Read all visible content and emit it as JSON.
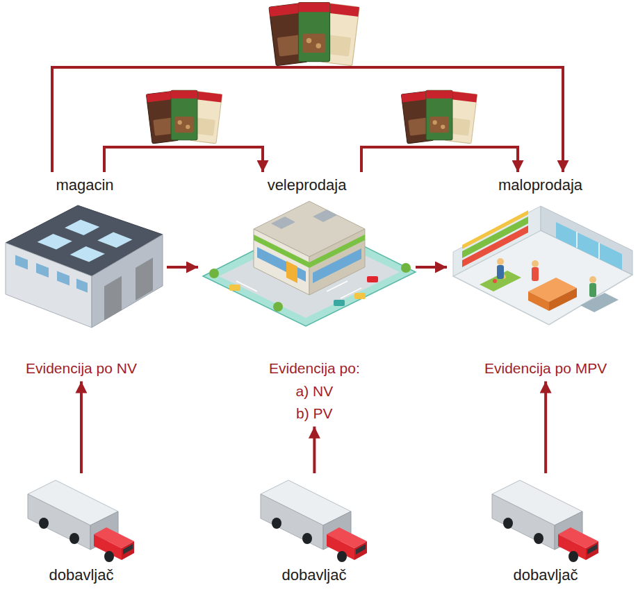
{
  "diagram": {
    "nodes": [
      {
        "text": [
          "magacin"
        ]
      },
      {
        "text": [
          "veleprodaja"
        ]
      },
      {
        "text": [
          "maloprodaja"
        ]
      },
      {
        "text": [
          "Evidencija po NV"
        ]
      },
      {
        "text": [
          "Evidencija po:",
          "a) NV",
          "b) PV"
        ]
      },
      {
        "text": [
          "Evidencija po MPV"
        ]
      },
      {
        "text": [
          "dobavljač"
        ]
      },
      {
        "text": [
          "dobavljač"
        ]
      },
      {
        "text": [
          "dobavljač"
        ]
      }
    ],
    "edges": [
      {
        "from": 0,
        "to": 2,
        "arrow": "to"
      },
      {
        "from": 0,
        "to": 1,
        "arrow": "to"
      },
      {
        "from": 1,
        "to": 2,
        "arrow": "to"
      },
      {
        "from": 0,
        "to": 1,
        "arrow": "to"
      },
      {
        "from": 1,
        "to": 2,
        "arrow": "to"
      },
      {
        "from": 6,
        "to": 3,
        "arrow": "to"
      },
      {
        "from": 7,
        "to": 4,
        "arrow": "to"
      },
      {
        "from": 8,
        "to": 5,
        "arrow": "to"
      }
    ]
  }
}
